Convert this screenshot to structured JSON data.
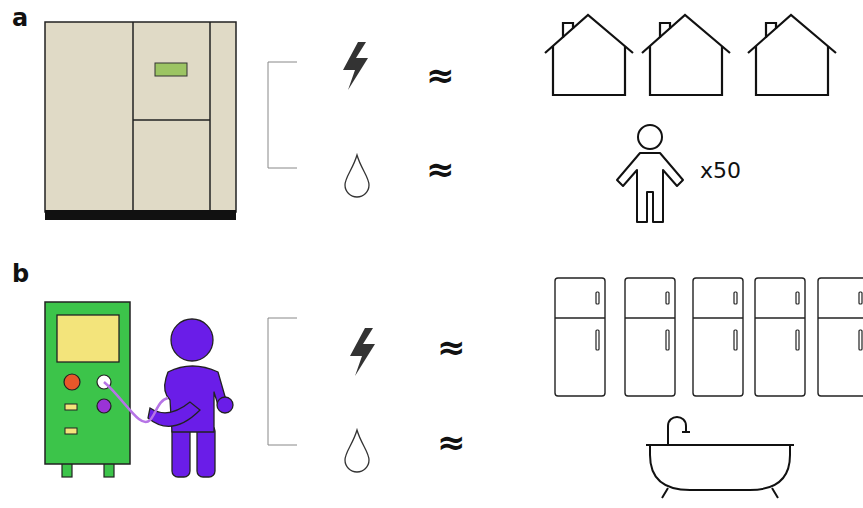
{
  "diagram": {
    "labels": [
      "a",
      "≈",
      "≈",
      "x50",
      "b",
      "≈",
      "≈"
    ]
  }
}
